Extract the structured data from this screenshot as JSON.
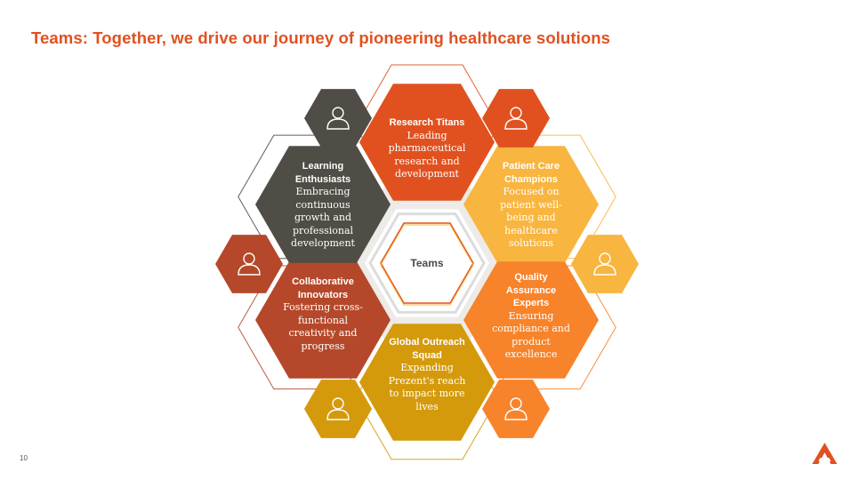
{
  "title": "Teams: Together, we drive our journey of pioneering healthcare solutions",
  "page_number": "10",
  "center": {
    "label": "Teams"
  },
  "teams": [
    {
      "id": "research",
      "title": "Research Titans",
      "desc": "Leading pharmaceutical research and development",
      "color": "#E0511F"
    },
    {
      "id": "patient-care",
      "title": "Patient Care Champions",
      "desc": "Focused on patient well-being and healthcare solutions",
      "color": "#F8B540"
    },
    {
      "id": "quality",
      "title": "Quality Assurance Experts",
      "desc": "Ensuring compliance and product excellence",
      "color": "#F7832A"
    },
    {
      "id": "global",
      "title": "Global Outreach Squad",
      "desc": "Expanding Prezent's reach to impact more lives",
      "color": "#D49A0C"
    },
    {
      "id": "collaborative",
      "title": "Collaborative Innovators",
      "desc": "Fostering cross-functional creativity and progress",
      "color": "#B5482A"
    },
    {
      "id": "learning",
      "title": "Learning Enthusiasts",
      "desc": "Embracing continuous growth and professional development",
      "color": "#4F4D45"
    }
  ],
  "icons": [
    {
      "name": "user-icon",
      "color": "#4F4D45"
    },
    {
      "name": "user-icon",
      "color": "#E0511F"
    },
    {
      "name": "user-icon",
      "color": "#F8B540"
    },
    {
      "name": "user-icon",
      "color": "#F7832A"
    },
    {
      "name": "user-icon",
      "color": "#D49A0C"
    },
    {
      "name": "user-icon",
      "color": "#B5482A"
    }
  ],
  "brand": {
    "accent": "#E0511F",
    "logo": "prezent-logo-icon"
  }
}
